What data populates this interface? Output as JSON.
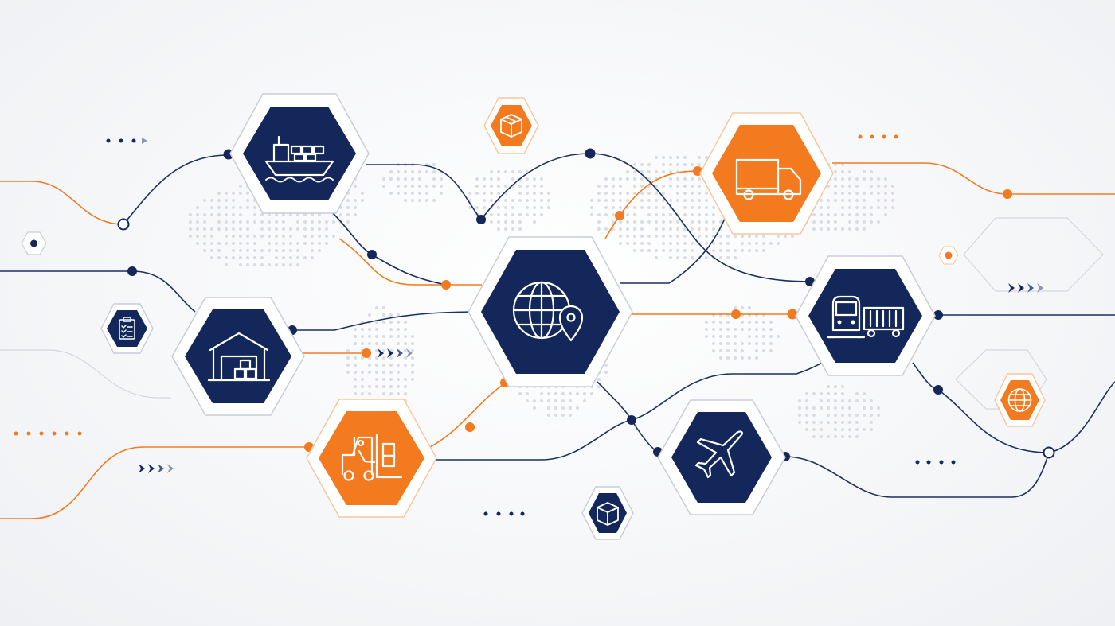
{
  "colors": {
    "navy": "#13275a",
    "orange": "#f47a20",
    "background": "#f6f7f9",
    "map": "#d9dde3"
  },
  "hubs": [
    {
      "id": "ship",
      "icon": "cargo-ship-icon",
      "fill": "navy"
    },
    {
      "id": "truck",
      "icon": "delivery-truck-icon",
      "fill": "orange"
    },
    {
      "id": "globe",
      "icon": "globe-location-icon",
      "fill": "navy"
    },
    {
      "id": "warehouse",
      "icon": "warehouse-icon",
      "fill": "navy"
    },
    {
      "id": "train",
      "icon": "freight-train-icon",
      "fill": "navy"
    },
    {
      "id": "forklift",
      "icon": "forklift-icon",
      "fill": "orange"
    },
    {
      "id": "airplane",
      "icon": "airplane-icon",
      "fill": "navy"
    }
  ],
  "badges": [
    {
      "id": "package-top",
      "icon": "package-icon",
      "fill": "orange"
    },
    {
      "id": "checklist",
      "icon": "clipboard-checklist-icon",
      "fill": "navy"
    },
    {
      "id": "package-bottom",
      "icon": "package-icon",
      "fill": "navy"
    },
    {
      "id": "globe-small",
      "icon": "globe-icon",
      "fill": "orange"
    }
  ]
}
